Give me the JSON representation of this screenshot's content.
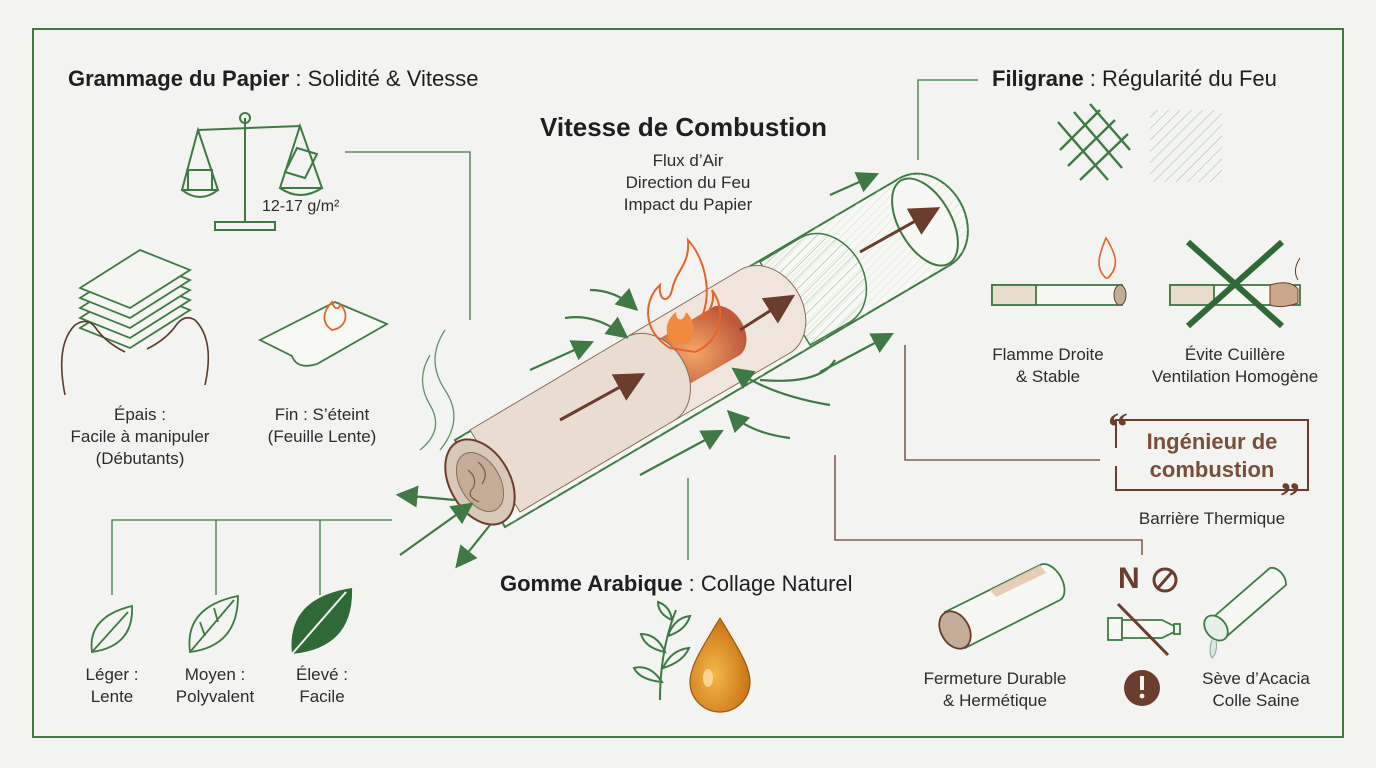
{
  "paper_weight": {
    "title_bold": "Grammage du Papier",
    "title_rest": " : Solidité & Vitesse",
    "range": "12-17 g/m²",
    "thick": [
      "Épais :",
      "Facile à manipuler",
      "(Débutants)"
    ],
    "thin": [
      "Fin : S’éteint",
      "(Feuille Lente)"
    ],
    "light": [
      "Léger :",
      "Lente"
    ],
    "medium": [
      "Moyen :",
      "Polyvalent"
    ],
    "high": [
      "Élevé :",
      "Facile"
    ]
  },
  "combustion": {
    "title": "Vitesse de Combustion",
    "lines": [
      "Flux d’Air",
      "Direction du Feu",
      "Impact du Papier"
    ]
  },
  "watermark": {
    "title_bold": "Filigrane",
    "title_rest": " : Régularité du Feu",
    "straight": [
      "Flamme Droite",
      "& Stable"
    ],
    "avoid": [
      "Évite Cuillère",
      "Ventilation Homogène"
    ],
    "quote": [
      "Ingénieur de",
      "combustion"
    ],
    "barrier": "Barrière Thermique"
  },
  "gum": {
    "title_bold": "Gomme Arabique",
    "title_rest": " : Collage Naturel",
    "closing": [
      "Fermeture Durable",
      "& Hermétique"
    ],
    "no_label": "N",
    "sap": [
      "Sève d’Acacia",
      "Colle Saine"
    ]
  },
  "colors": {
    "green": "#3f7a45",
    "brown": "#6a3d2c",
    "flame": "#e8622c",
    "amber": "#d98a1f"
  },
  "icons": [
    "scale-icon",
    "stacked-paper-icon",
    "burning-sheet-icon",
    "leaf-icon",
    "cross-hatch-icon",
    "cigarette-icon",
    "no-symbol-icon",
    "glue-tube-icon",
    "warning-icon",
    "drop-icon",
    "sprig-icon"
  ]
}
